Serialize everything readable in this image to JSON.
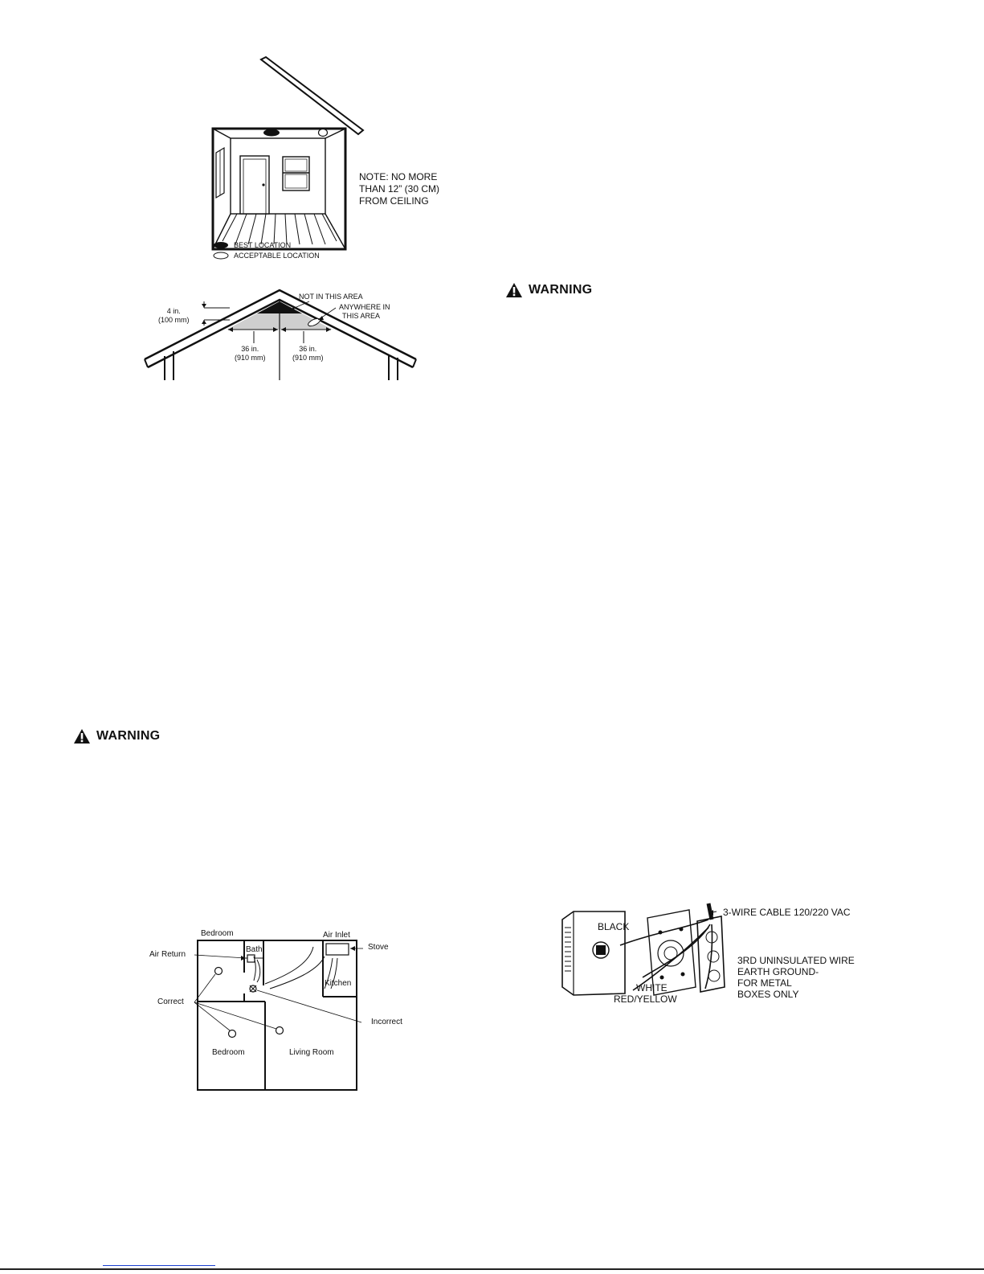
{
  "room_figure": {
    "note_lines": [
      "NOTE: NO MORE",
      "THAN 12” (30 CM)",
      "FROM CEILING"
    ],
    "legend": [
      {
        "icon": "filled-ellipse",
        "label": "BEST LOCATION"
      },
      {
        "icon": "outline-ellipse",
        "label": "ACCEPTABLE LOCATION"
      }
    ]
  },
  "peak_figure": {
    "not_in_area": "NOT IN THIS AREA",
    "anywhere_lines": [
      "ANYWHERE IN",
      "THIS AREA"
    ],
    "height_lines": [
      "4 in.",
      "(100 mm)"
    ],
    "left_dim_lines": [
      "36 in.",
      "(910 mm)"
    ],
    "right_dim_lines": [
      "36 in.",
      "(910 mm)"
    ]
  },
  "warnings": [
    {
      "icon": "warning-triangle-icon",
      "text": "WARNING"
    },
    {
      "icon": "warning-triangle-icon",
      "text": "WARNING"
    }
  ],
  "floorplan_figure": {
    "rooms": {
      "bedroom_top": "Bedroom",
      "bath": "Bath",
      "kitchen": "Kitchen",
      "bedroom_bottom": "Bedroom",
      "living_room": "Living Room"
    },
    "callouts": {
      "air_return": "Air Return",
      "air_inlet": "Air Inlet",
      "stove": "Stove",
      "correct": "Correct",
      "incorrect": "Incorrect"
    }
  },
  "wiring_figure": {
    "cable": "3-WIRE CABLE 120/220 VAC",
    "black": "BLACK",
    "white": "WHITE",
    "red_yellow": "RED/YELLOW",
    "ground_lines": [
      "3RD UNINSULATED WIRE",
      "EARTH GROUND-",
      "FOR METAL",
      "BOXES ONLY"
    ]
  }
}
